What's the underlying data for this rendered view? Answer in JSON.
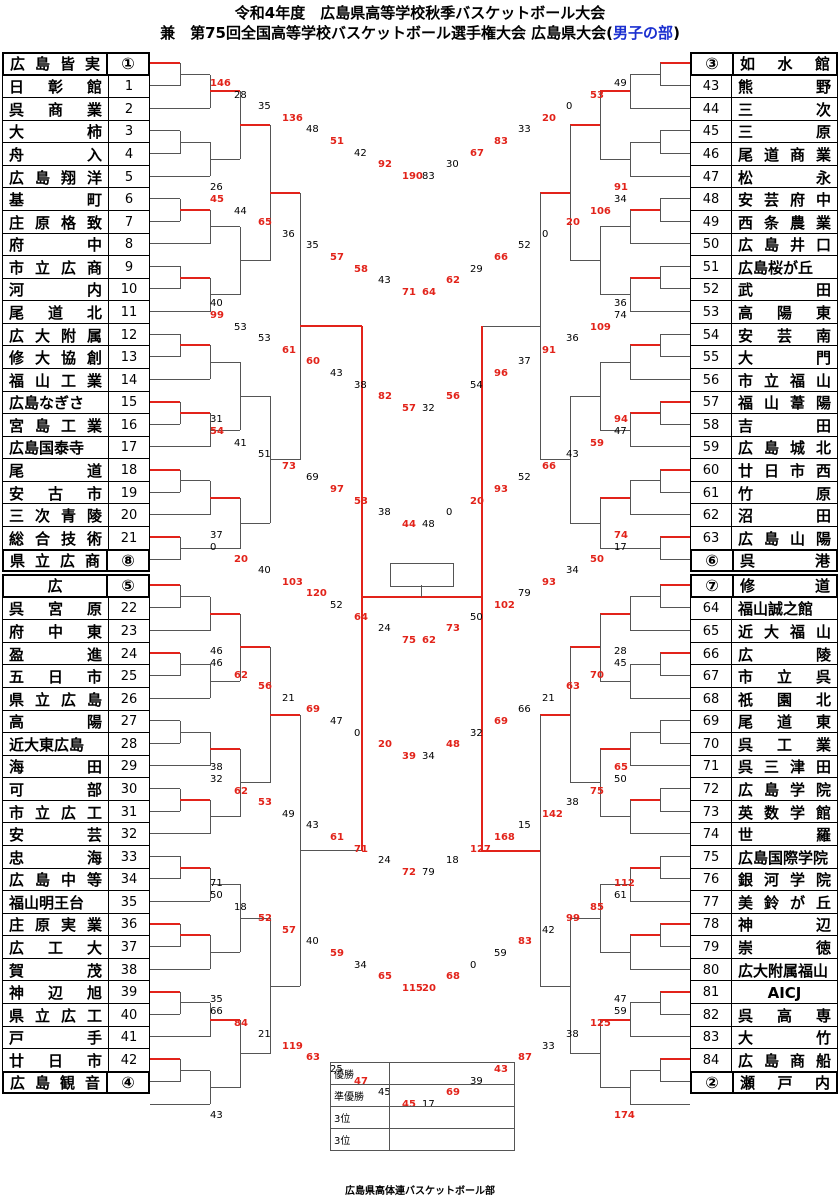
{
  "title": {
    "line1": "令和4年度　広島県高等学校秋季バスケットボール大会",
    "line2_a": "兼　第75回全国高等学校バスケットボール選手権大会 広島県大会(",
    "line2_b": "男子の部",
    "line2_c": ")"
  },
  "left_teams": [
    {
      "name": "広島皆実",
      "num": "①",
      "seed": true
    },
    {
      "name": "日彰館",
      "num": "1"
    },
    {
      "name": "呉商業",
      "num": "2"
    },
    {
      "name": "大柿",
      "num": "3"
    },
    {
      "name": "舟入",
      "num": "4"
    },
    {
      "name": "広島翔洋",
      "num": "5"
    },
    {
      "name": "基町",
      "num": "6"
    },
    {
      "name": "庄原格致",
      "num": "7"
    },
    {
      "name": "府中",
      "num": "8"
    },
    {
      "name": "市立広商",
      "num": "9"
    },
    {
      "name": "河内",
      "num": "10"
    },
    {
      "name": "尾道北",
      "num": "11"
    },
    {
      "name": "広大附属",
      "num": "12"
    },
    {
      "name": "修大協創",
      "num": "13"
    },
    {
      "name": "福山工業",
      "num": "14"
    },
    {
      "name": "広島なぎさ",
      "num": "15"
    },
    {
      "name": "宮島工業",
      "num": "16"
    },
    {
      "name": "広島国泰寺",
      "num": "17"
    },
    {
      "name": "尾道",
      "num": "18"
    },
    {
      "name": "安古市",
      "num": "19"
    },
    {
      "name": "三次青陵",
      "num": "20"
    },
    {
      "name": "総合技術",
      "num": "21"
    },
    {
      "name": "県立広商",
      "num": "⑧",
      "seed": true
    },
    {
      "name": "広",
      "num": "⑤",
      "seed": true
    },
    {
      "name": "呉宮原",
      "num": "22"
    },
    {
      "name": "府中東",
      "num": "23"
    },
    {
      "name": "盈進",
      "num": "24"
    },
    {
      "name": "五日市",
      "num": "25"
    },
    {
      "name": "県立広島",
      "num": "26"
    },
    {
      "name": "高陽",
      "num": "27"
    },
    {
      "name": "近大東広島",
      "num": "28"
    },
    {
      "name": "海田",
      "num": "29"
    },
    {
      "name": "可部",
      "num": "30"
    },
    {
      "name": "市立広工",
      "num": "31"
    },
    {
      "name": "安芸",
      "num": "32"
    },
    {
      "name": "忠海",
      "num": "33"
    },
    {
      "name": "広島中等",
      "num": "34"
    },
    {
      "name": "福山明王台",
      "num": "35"
    },
    {
      "name": "庄原実業",
      "num": "36"
    },
    {
      "name": "広工大",
      "num": "37"
    },
    {
      "name": "賀茂",
      "num": "38"
    },
    {
      "name": "神辺旭",
      "num": "39"
    },
    {
      "name": "県立広工",
      "num": "40"
    },
    {
      "name": "戸手",
      "num": "41"
    },
    {
      "name": "廿日市",
      "num": "42"
    },
    {
      "name": "広島観音",
      "num": "④",
      "seed": true
    }
  ],
  "right_teams": [
    {
      "name": "如水館",
      "num": "③",
      "seed": true
    },
    {
      "name": "熊野",
      "num": "43"
    },
    {
      "name": "三次",
      "num": "44"
    },
    {
      "name": "三原",
      "num": "45"
    },
    {
      "name": "尾道商業",
      "num": "46"
    },
    {
      "name": "松永",
      "num": "47"
    },
    {
      "name": "安芸府中",
      "num": "48"
    },
    {
      "name": "西条農業",
      "num": "49"
    },
    {
      "name": "広島井口",
      "num": "50"
    },
    {
      "name": "広島桜が丘",
      "num": "51"
    },
    {
      "name": "武田",
      "num": "52"
    },
    {
      "name": "高陽東",
      "num": "53"
    },
    {
      "name": "安芸南",
      "num": "54"
    },
    {
      "name": "大門",
      "num": "55"
    },
    {
      "name": "市立福山",
      "num": "56"
    },
    {
      "name": "福山葦陽",
      "num": "57"
    },
    {
      "name": "吉田",
      "num": "58"
    },
    {
      "name": "広島城北",
      "num": "59"
    },
    {
      "name": "廿日市西",
      "num": "60"
    },
    {
      "name": "竹原",
      "num": "61"
    },
    {
      "name": "沼田",
      "num": "62"
    },
    {
      "name": "広島山陽",
      "num": "63"
    },
    {
      "name": "呉港",
      "num": "⑥",
      "seed": true
    },
    {
      "name": "修道",
      "num": "⑦",
      "seed": true
    },
    {
      "name": "福山誠之館",
      "num": "64"
    },
    {
      "name": "近大福山",
      "num": "65"
    },
    {
      "name": "広陵",
      "num": "66"
    },
    {
      "name": "市立呉",
      "num": "67"
    },
    {
      "name": "祇園北",
      "num": "68"
    },
    {
      "name": "尾道東",
      "num": "69"
    },
    {
      "name": "呉工業",
      "num": "70"
    },
    {
      "name": "呉三津田",
      "num": "71"
    },
    {
      "name": "広島学院",
      "num": "72"
    },
    {
      "name": "英数学館",
      "num": "73"
    },
    {
      "name": "世羅",
      "num": "74"
    },
    {
      "name": "広島国際学院",
      "num": "75"
    },
    {
      "name": "銀河学院",
      "num": "76"
    },
    {
      "name": "美鈴が丘",
      "num": "77"
    },
    {
      "name": "神辺",
      "num": "78"
    },
    {
      "name": "崇徳",
      "num": "79"
    },
    {
      "name": "広大附属福山",
      "num": "80"
    },
    {
      "name": "AICJ",
      "num": "81"
    },
    {
      "name": "呉高専",
      "num": "82"
    },
    {
      "name": "大竹",
      "num": "83"
    },
    {
      "name": "広島商船",
      "num": "84"
    },
    {
      "name": "瀬戸内",
      "num": "②",
      "seed": true
    }
  ],
  "left_scores": [
    {
      "t": "146",
      "w": 1
    },
    {
      "t": "28"
    },
    {
      "t": "35"
    },
    {
      "t": "136",
      "w": 1
    },
    {
      "t": "48"
    },
    {
      "t": "51",
      "w": 1
    },
    {
      "t": "42"
    },
    {
      "t": "92",
      "w": 1
    },
    {
      "t": "190",
      "w": 1
    },
    {
      "t": "26"
    },
    {
      "t": "45",
      "w": 1
    },
    {
      "t": "44"
    },
    {
      "t": "65",
      "w": 1
    },
    {
      "t": "36"
    },
    {
      "t": "35"
    },
    {
      "t": "57",
      "w": 1
    },
    {
      "t": "58",
      "w": 1
    },
    {
      "t": "43"
    },
    {
      "t": "71",
      "w": 1
    },
    {
      "t": "40"
    },
    {
      "t": "99",
      "w": 1
    },
    {
      "t": "53"
    },
    {
      "t": "53"
    },
    {
      "t": "61",
      "w": 1
    },
    {
      "t": "60",
      "w": 1
    },
    {
      "t": "43"
    },
    {
      "t": "38"
    },
    {
      "t": "82",
      "w": 1
    },
    {
      "t": "57",
      "w": 1
    },
    {
      "t": "31"
    },
    {
      "t": "54",
      "w": 1
    },
    {
      "t": "41"
    },
    {
      "t": "51"
    },
    {
      "t": "73",
      "w": 1
    },
    {
      "t": "69"
    },
    {
      "t": "97",
      "w": 1
    },
    {
      "t": "53",
      "w": 1
    },
    {
      "t": "38"
    },
    {
      "t": "44",
      "w": 1
    },
    {
      "t": "37"
    },
    {
      "t": "0"
    },
    {
      "t": "20",
      "w": 1
    },
    {
      "t": "40"
    },
    {
      "t": "103",
      "w": 1
    },
    {
      "t": "120",
      "w": 1
    },
    {
      "t": "52"
    },
    {
      "t": "64",
      "w": 1
    },
    {
      "t": "24"
    },
    {
      "t": "75",
      "w": 1
    },
    {
      "t": "46"
    },
    {
      "t": "46"
    },
    {
      "t": "62",
      "w": 1
    },
    {
      "t": "56",
      "w": 1
    },
    {
      "t": "21"
    },
    {
      "t": "69",
      "w": 1
    },
    {
      "t": "47"
    },
    {
      "t": "0"
    },
    {
      "t": "20",
      "w": 1
    },
    {
      "t": "39",
      "w": 1
    },
    {
      "t": "38"
    },
    {
      "t": "32"
    },
    {
      "t": "62",
      "w": 1
    },
    {
      "t": "53",
      "w": 1
    },
    {
      "t": "49"
    },
    {
      "t": "43"
    },
    {
      "t": "61",
      "w": 1
    },
    {
      "t": "71",
      "w": 1
    },
    {
      "t": "24"
    },
    {
      "t": "72",
      "w": 1
    },
    {
      "t": "71"
    },
    {
      "t": "50"
    },
    {
      "t": "18"
    },
    {
      "t": "52",
      "w": 1
    },
    {
      "t": "57",
      "w": 1
    },
    {
      "t": "40"
    },
    {
      "t": "59",
      "w": 1
    },
    {
      "t": "34"
    },
    {
      "t": "65",
      "w": 1
    },
    {
      "t": "115",
      "w": 1
    },
    {
      "t": "35"
    },
    {
      "t": "66"
    },
    {
      "t": "84",
      "w": 1
    },
    {
      "t": "21"
    },
    {
      "t": "119",
      "w": 1
    },
    {
      "t": "63",
      "w": 1
    },
    {
      "t": "25"
    },
    {
      "t": "47",
      "w": 1
    },
    {
      "t": "45"
    },
    {
      "t": "45",
      "w": 1
    },
    {
      "t": "43"
    }
  ],
  "right_scores": [
    {
      "t": "49"
    },
    {
      "t": "53",
      "w": 1
    },
    {
      "t": "0"
    },
    {
      "t": "20",
      "w": 1
    },
    {
      "t": "33"
    },
    {
      "t": "83",
      "w": 1
    },
    {
      "t": "67",
      "w": 1
    },
    {
      "t": "30"
    },
    {
      "t": "83"
    },
    {
      "t": "91",
      "w": 1
    },
    {
      "t": "34"
    },
    {
      "t": "106",
      "w": 1
    },
    {
      "t": "20",
      "w": 1
    },
    {
      "t": "0"
    },
    {
      "t": "52"
    },
    {
      "t": "66",
      "w": 1
    },
    {
      "t": "29"
    },
    {
      "t": "62",
      "w": 1
    },
    {
      "t": "64",
      "w": 1
    },
    {
      "t": "36"
    },
    {
      "t": "74"
    },
    {
      "t": "109",
      "w": 1
    },
    {
      "t": "36"
    },
    {
      "t": "91",
      "w": 1
    },
    {
      "t": "37"
    },
    {
      "t": "96",
      "w": 1
    },
    {
      "t": "54"
    },
    {
      "t": "56",
      "w": 1
    },
    {
      "t": "32"
    },
    {
      "t": "94",
      "w": 1
    },
    {
      "t": "47"
    },
    {
      "t": "59",
      "w": 1
    },
    {
      "t": "43"
    },
    {
      "t": "66",
      "w": 1
    },
    {
      "t": "52"
    },
    {
      "t": "93",
      "w": 1
    },
    {
      "t": "20",
      "w": 1
    },
    {
      "t": "0"
    },
    {
      "t": "48"
    },
    {
      "t": "74",
      "w": 1
    },
    {
      "t": "17"
    },
    {
      "t": "50",
      "w": 1
    },
    {
      "t": "34"
    },
    {
      "t": "93",
      "w": 1
    },
    {
      "t": "79"
    },
    {
      "t": "102",
      "w": 1
    },
    {
      "t": "50"
    },
    {
      "t": "73",
      "w": 1
    },
    {
      "t": "62",
      "w": 1
    },
    {
      "t": "28"
    },
    {
      "t": "45"
    },
    {
      "t": "70",
      "w": 1
    },
    {
      "t": "63",
      "w": 1
    },
    {
      "t": "21"
    },
    {
      "t": "66"
    },
    {
      "t": "69",
      "w": 1
    },
    {
      "t": "32"
    },
    {
      "t": "48",
      "w": 1
    },
    {
      "t": "34"
    },
    {
      "t": "65",
      "w": 1
    },
    {
      "t": "50"
    },
    {
      "t": "75",
      "w": 1
    },
    {
      "t": "38"
    },
    {
      "t": "142",
      "w": 1
    },
    {
      "t": "15"
    },
    {
      "t": "168",
      "w": 1
    },
    {
      "t": "127",
      "w": 1
    },
    {
      "t": "18"
    },
    {
      "t": "79"
    },
    {
      "t": "112",
      "w": 1
    },
    {
      "t": "61"
    },
    {
      "t": "85",
      "w": 1
    },
    {
      "t": "99",
      "w": 1
    },
    {
      "t": "42"
    },
    {
      "t": "83",
      "w": 1
    },
    {
      "t": "59"
    },
    {
      "t": "0"
    },
    {
      "t": "68",
      "w": 1
    },
    {
      "t": "20",
      "w": 1
    },
    {
      "t": "47"
    },
    {
      "t": "59"
    },
    {
      "t": "125",
      "w": 1
    },
    {
      "t": "38"
    },
    {
      "t": "33"
    },
    {
      "t": "87",
      "w": 1
    },
    {
      "t": "43",
      "w": 1
    },
    {
      "t": "39"
    },
    {
      "t": "69",
      "w": 1
    },
    {
      "t": "17"
    },
    {
      "t": "174",
      "w": 1
    }
  ],
  "results": [
    {
      "label": "優勝",
      "value": ""
    },
    {
      "label": "準優勝",
      "value": ""
    },
    {
      "label": "3位",
      "value": ""
    },
    {
      "label": "3位",
      "value": ""
    }
  ],
  "footer": "広島県高体連バスケットボール部",
  "colors": {
    "win_line": "#e2231a",
    "win_score": "#e2231a",
    "title_blue": "#1a2fd0"
  }
}
